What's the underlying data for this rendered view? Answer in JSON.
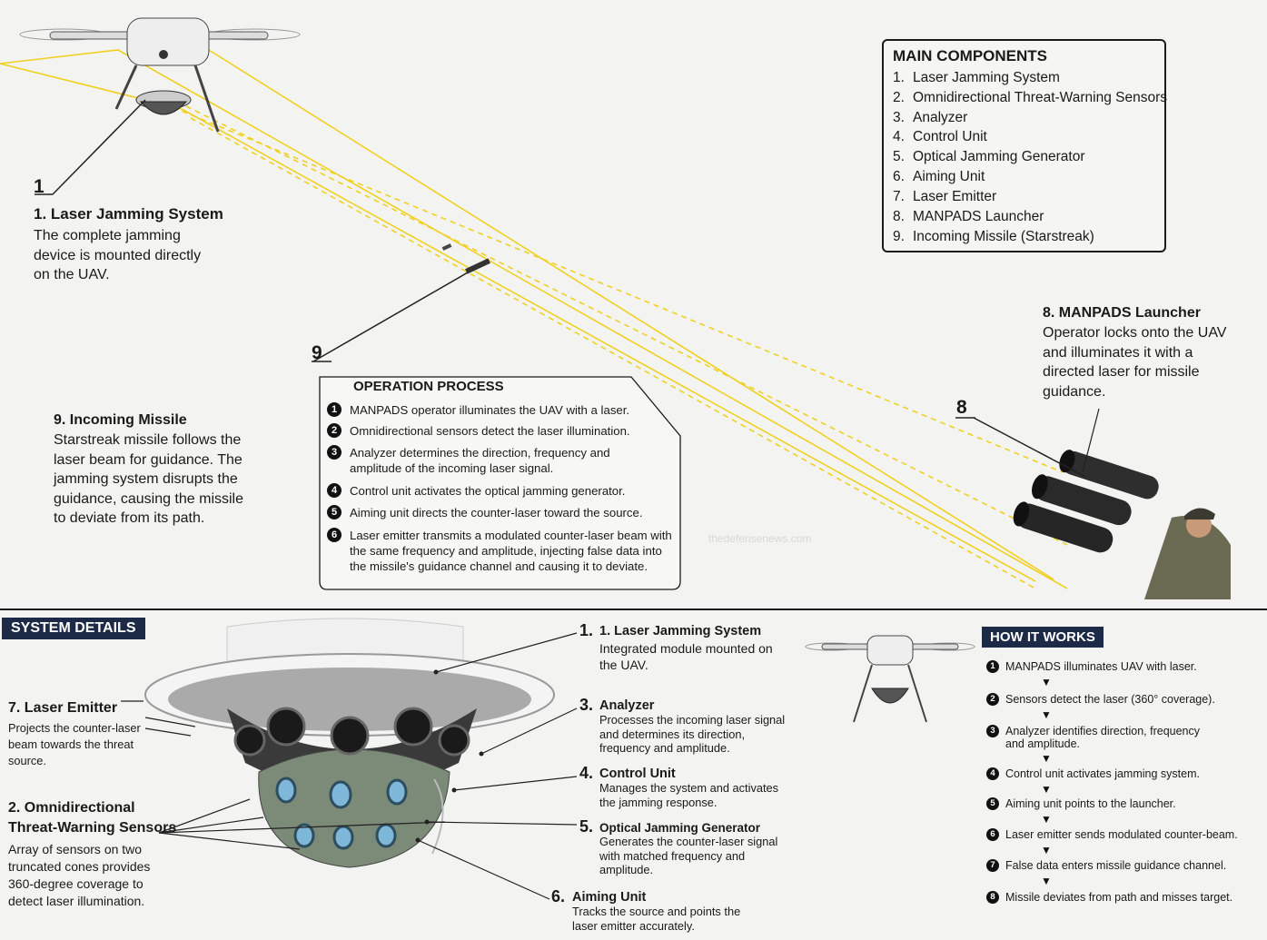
{
  "main_components": {
    "title": "MAIN COMPONENTS",
    "items": [
      {
        "n": "1.",
        "label": "Laser Jamming System"
      },
      {
        "n": "2.",
        "label": "Omnidirectional Threat-Warning Sensors"
      },
      {
        "n": "3.",
        "label": "Analyzer"
      },
      {
        "n": "4.",
        "label": "Control Unit"
      },
      {
        "n": "5.",
        "label": "Optical Jamming Generator"
      },
      {
        "n": "6.",
        "label": "Aiming Unit"
      },
      {
        "n": "7.",
        "label": "Laser Emitter"
      },
      {
        "n": "8.",
        "label": "MANPADS Launcher"
      },
      {
        "n": "9.",
        "label": "Incoming Missile (Starstreak)"
      }
    ]
  },
  "callouts": {
    "c1": {
      "num": "1",
      "title": "1. Laser Jamming System",
      "text": [
        "The complete jamming",
        "device is mounted directly",
        "on the UAV."
      ]
    },
    "c8": {
      "num": "8",
      "title": "8. MANPADS Launcher",
      "text": [
        "Operator locks onto the UAV",
        "and illuminates it with a",
        "directed laser for missile",
        "guidance."
      ]
    },
    "c9": {
      "num": "9",
      "title": "9. Incoming Missile",
      "text": [
        "Starstreak missile follows the",
        "laser beam for guidance. The",
        "jamming system disrupts the",
        "guidance, causing the missile",
        "to deviate from its path."
      ]
    }
  },
  "operation_process": {
    "title": "OPERATION PROCESS",
    "steps": [
      {
        "n": "1",
        "text": "MANPADS operator illuminates the UAV with a laser."
      },
      {
        "n": "2",
        "text": "Omnidirectional sensors detect the laser illumination."
      },
      {
        "n": "3",
        "text": "Analyzer determines the direction, frequency and amplitude of the incoming laser signal."
      },
      {
        "n": "4",
        "text": "Control unit activates the optical jamming generator."
      },
      {
        "n": "5",
        "text": "Aiming unit directs the counter-laser toward the source."
      },
      {
        "n": "6",
        "text": "Laser emitter transmits a modulated counter-laser beam with the same frequency and amplitude, injecting false data into the missile's guidance channel and causing it to deviate."
      }
    ]
  },
  "watermark": "thedefensenews.com",
  "system_details": {
    "tag": "SYSTEM DETAILS",
    "emitter": {
      "title": "7. Laser Emitter",
      "text": [
        "Projects the counter-laser",
        "beam towards the threat",
        "source."
      ]
    },
    "sensors": {
      "title": [
        "2. Omnidirectional",
        "Threat-Warning Sensors"
      ],
      "text": [
        "Array of sensors on two",
        "truncated cones provides",
        "360-degree coverage to",
        "detect laser illumination."
      ]
    },
    "d1": {
      "num": "1.",
      "title": "1. Laser Jamming System",
      "text": [
        "Integrated module mounted on",
        "the UAV."
      ]
    },
    "d3": {
      "num": "3.",
      "title": "Analyzer",
      "text": [
        "Processes the incoming laser signal",
        "and determines its direction,",
        "frequency and amplitude."
      ]
    },
    "d4": {
      "num": "4.",
      "title": "Control Unit",
      "text": [
        "Manages the system and activates",
        "the jamming response."
      ]
    },
    "d5": {
      "num": "5.",
      "title": "Optical Jamming Generator",
      "text": [
        "Generates the counter-laser signal",
        "with matched frequency and",
        "amplitude."
      ]
    },
    "d6": {
      "num": "6.",
      "title": "Aiming Unit",
      "text": [
        "Tracks the source and points the",
        "laser emitter accurately."
      ]
    }
  },
  "how_it_works": {
    "tag": "HOW IT WORKS",
    "steps": [
      {
        "n": "1",
        "text": "MANPADS illuminates UAV with laser."
      },
      {
        "n": "2",
        "text": "Sensors detect the laser (360° coverage)."
      },
      {
        "n": "3",
        "text": "Analyzer identifies direction, frequency and amplitude."
      },
      {
        "n": "4",
        "text": "Control unit activates jamming system."
      },
      {
        "n": "5",
        "text": "Aiming unit points to the launcher."
      },
      {
        "n": "6",
        "text": "Laser emitter sends modulated counter-beam."
      },
      {
        "n": "7",
        "text": "False data enters missile guidance channel."
      },
      {
        "n": "8",
        "text": "Missile deviates from path and misses target."
      }
    ]
  },
  "colors": {
    "laser": "#f0d020",
    "navy": "#1c2a48",
    "ink": "#1a1a1a"
  }
}
